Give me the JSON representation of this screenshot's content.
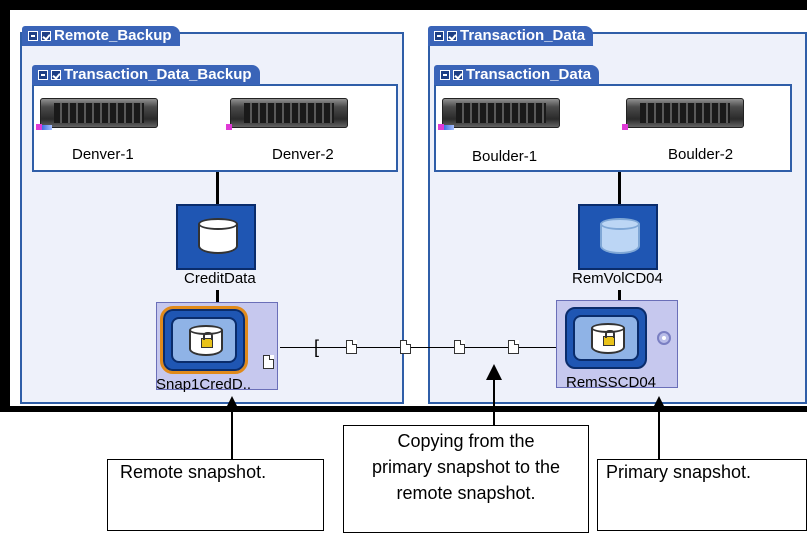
{
  "groups": {
    "remote": {
      "title": "Remote_Backup",
      "sub_title": "Transaction_Data_Backup",
      "servers": [
        "Denver-1",
        "Denver-2"
      ],
      "volume": "CreditData",
      "snapshot": "Snap1CredD.."
    },
    "primary": {
      "title": "Transaction_Data",
      "sub_title": "Transaction_Data",
      "servers": [
        "Boulder-1",
        "Boulder-2"
      ],
      "volume": "RemVolCD04",
      "snapshot": "RemSSCD04"
    }
  },
  "callouts": {
    "remote": "Remote snapshot.",
    "copying": "Copying from the primary snapshot to the remote snapshot.",
    "primary": "Primary snapshot."
  },
  "colors": {
    "frame": "#000000",
    "group_border": "#2f5ea8",
    "tab": "#3a64b8",
    "volume": "#1f56b3",
    "snapshot_bg": "#c6c8ee",
    "selection": "#e08a1a"
  },
  "icons": [
    "minus-icon",
    "checkbox-icon",
    "server-icon",
    "volume-icon",
    "snapshot-icon",
    "lock-icon",
    "document-icon",
    "gear-icon"
  ]
}
